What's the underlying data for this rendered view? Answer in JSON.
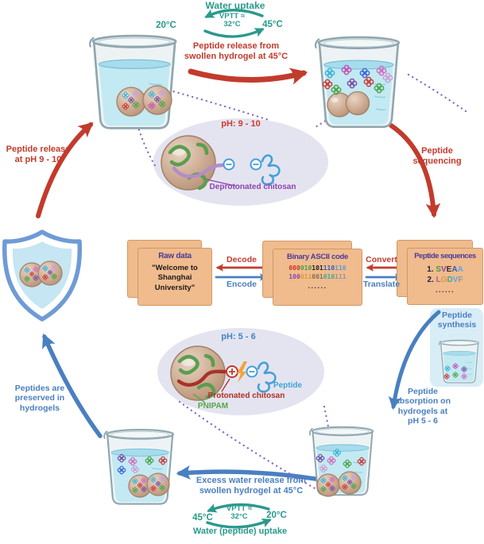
{
  "colors": {
    "teal": "#2a9a8c",
    "red": "#c23b2d",
    "blue": "#4a7fc1",
    "purple": "#8e44ad",
    "dark_purple": "#4b3a99",
    "dotted_purple": "#7e6bc9",
    "card_bg": "#f0bb8d"
  },
  "top_cycle": {
    "title": "Water uptake",
    "vptt": "VPTT ≈\n32°C",
    "temp_left": "20°C",
    "temp_right": "45°C"
  },
  "bottom_cycle": {
    "title": "Water (peptide) uptake",
    "vptt": "VPTT ≈\n32°C",
    "temp_left": "45°C",
    "temp_right": "20°C"
  },
  "labels": {
    "top_release": "Peptide release from\nswollen hydrogel at 45°C",
    "left_release": "Peptide release\nat pH 9 - 10",
    "sequencing": "Peptide\nsequencing",
    "synthesis": "Peptide\nsynthesis",
    "absorption": "Peptide\nabsorption on\nhydrogels at\npH 5 - 6",
    "preserved": "Peptides are\npreserved in\nhydrogels",
    "bottom_release": "Excess water release from\nswollen hydrogel at 45°C"
  },
  "ellipse_top": {
    "ph": "pH: 9 - 10",
    "chitosan": "Deprotonated chitosan"
  },
  "ellipse_bottom": {
    "ph": "pH: 5 - 6",
    "chitosan": "Protonated chitosan",
    "pnipam": "PNIPAM",
    "peptide": "Peptide"
  },
  "cards": {
    "raw": {
      "title": "Raw data",
      "body": "\"Welcome to\nShanghai\nUniversity\""
    },
    "decode": "Decode",
    "encode": "Encode",
    "binary": {
      "title": "Binary ASCII code",
      "line1": [
        {
          "t": "000",
          "c": "#cc3327"
        },
        {
          "t": "010",
          "c": "#43a047"
        },
        {
          "t": "101",
          "c": "#222222"
        },
        {
          "t": "110",
          "c": "#2f5fc4"
        },
        {
          "t": "110",
          "c": "#5b9bd5"
        }
      ],
      "line2": [
        {
          "t": "100",
          "c": "#8e44ad"
        },
        {
          "t": "011",
          "c": "#e09a3a"
        },
        {
          "t": "001",
          "c": "#8a6f52"
        },
        {
          "t": "010",
          "c": "#3cab97"
        },
        {
          "t": "111",
          "c": "#8f979c"
        }
      ],
      "dots": "......"
    },
    "convert": "Convert",
    "translate": "Translate",
    "seq": {
      "title": "Peptide sequences",
      "item1": [
        {
          "t": "1. ",
          "c": "#222246"
        },
        {
          "t": "S",
          "c": "#43a047"
        },
        {
          "t": "V",
          "c": "#8e44ad"
        },
        {
          "t": "E",
          "c": "#303030"
        },
        {
          "t": "A",
          "c": "#2f5fc4"
        },
        {
          "t": "A",
          "c": "#56a8e8"
        }
      ],
      "item2": [
        {
          "t": "2. ",
          "c": "#222246"
        },
        {
          "t": "L",
          "c": "#a85f9f"
        },
        {
          "t": "G",
          "c": "#e09a3a"
        },
        {
          "t": "D",
          "c": "#3cab97"
        },
        {
          "t": "V",
          "c": "#56a8e8"
        },
        {
          "t": "F",
          "c": "#8f979c"
        }
      ],
      "dots": "......"
    }
  }
}
